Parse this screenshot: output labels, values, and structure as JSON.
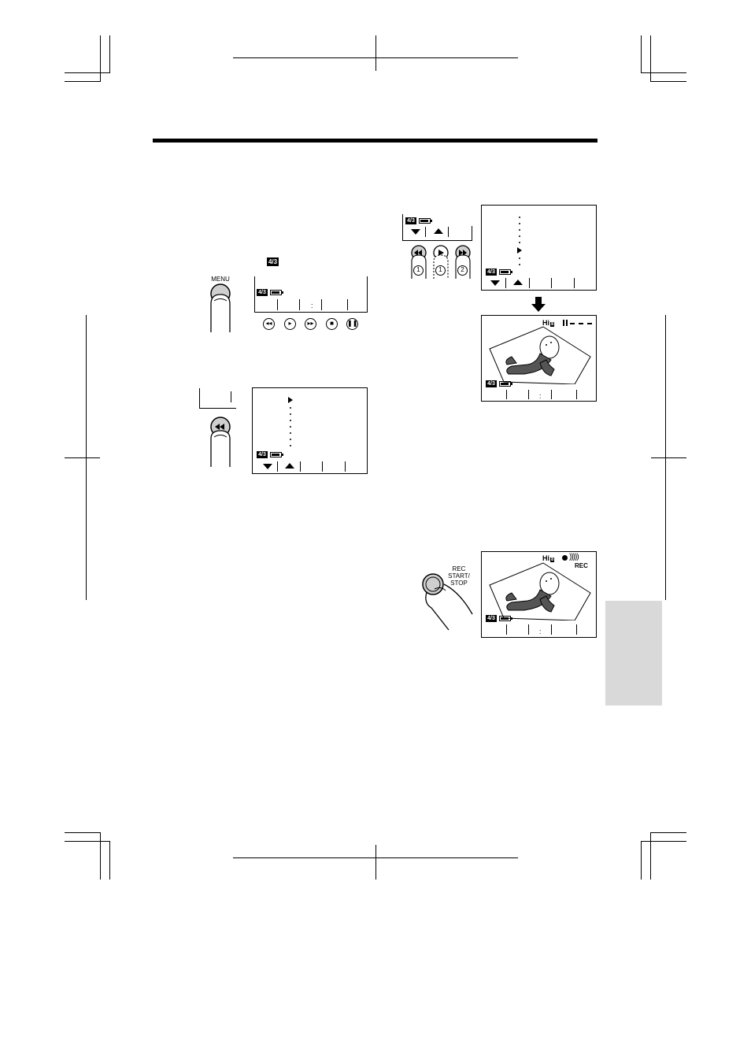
{
  "display": {
    "wide_icon": "4/3",
    "wide_icon_label": "wide-aspect-icon",
    "colon": ":",
    "hi_label": "Hi",
    "hi_sub": "8",
    "rec_label": "REC"
  },
  "buttons": {
    "menu_label": "MENU",
    "rec_label": "REC\nSTART/\nSTOP",
    "transport_icons": [
      "rewind-icon",
      "play-icon",
      "fast-forward-icon",
      "stop-icon",
      "pause-icon"
    ],
    "step_marks": [
      "1",
      "1",
      "2"
    ]
  },
  "colors": {
    "ink": "#000000",
    "paper": "#ffffff",
    "side_tab": "#d9d9d9"
  }
}
